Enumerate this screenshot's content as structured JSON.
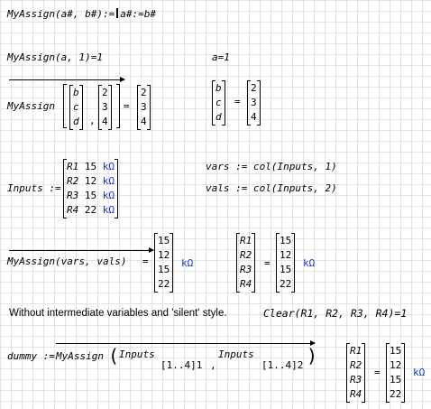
{
  "def": {
    "text": "MyAssign(a#, b#):=",
    "rhs": "a#:=b#"
  },
  "ex1": {
    "call": "MyAssign(a, 1)=1",
    "res": "a=1"
  },
  "ex2": {
    "fn": "MyAssign",
    "arg1": [
      "b",
      "c",
      "d"
    ],
    "arg2": [
      "2",
      "3",
      "4"
    ],
    "result": [
      "2",
      "3",
      "4"
    ],
    "eq": "=",
    "res_lhs": [
      "b",
      "c",
      "d"
    ],
    "res_rhs": [
      "2",
      "3",
      "4"
    ]
  },
  "inputs": {
    "label": "Inputs :=",
    "rows": [
      {
        "name": "R1",
        "val": "15",
        "unit": "kΩ"
      },
      {
        "name": "R2",
        "val": "12",
        "unit": "kΩ"
      },
      {
        "name": "R3",
        "val": "15",
        "unit": "kΩ"
      },
      {
        "name": "R4",
        "val": "22",
        "unit": "kΩ"
      }
    ]
  },
  "vars": "vars := col(Inputs, 1)",
  "vals": "vals := col(Inputs, 2)",
  "ex3": {
    "call": "MyAssign(vars, vals)",
    "eq": "=",
    "vals": [
      "15",
      "12",
      "15",
      "22"
    ],
    "unit": "kΩ",
    "names": [
      "R1",
      "R2",
      "R3",
      "R4"
    ],
    "res_vals": [
      "15",
      "12",
      "15",
      "22"
    ],
    "res_unit": "kΩ"
  },
  "note": "Without intermediate variables and 'silent' style.",
  "clear": "Clear(R1, R2, R3, R4)=1",
  "ex4": {
    "lhs": "dummy :=",
    "fn": "MyAssign",
    "a1": "Inputs",
    "s1": "[1..4]1",
    "a2": "Inputs",
    "s2": "[1..4]2",
    "names": [
      "R1",
      "R2",
      "R3",
      "R4"
    ],
    "vals": [
      "15",
      "12",
      "15",
      "22"
    ],
    "unit": "kΩ"
  }
}
